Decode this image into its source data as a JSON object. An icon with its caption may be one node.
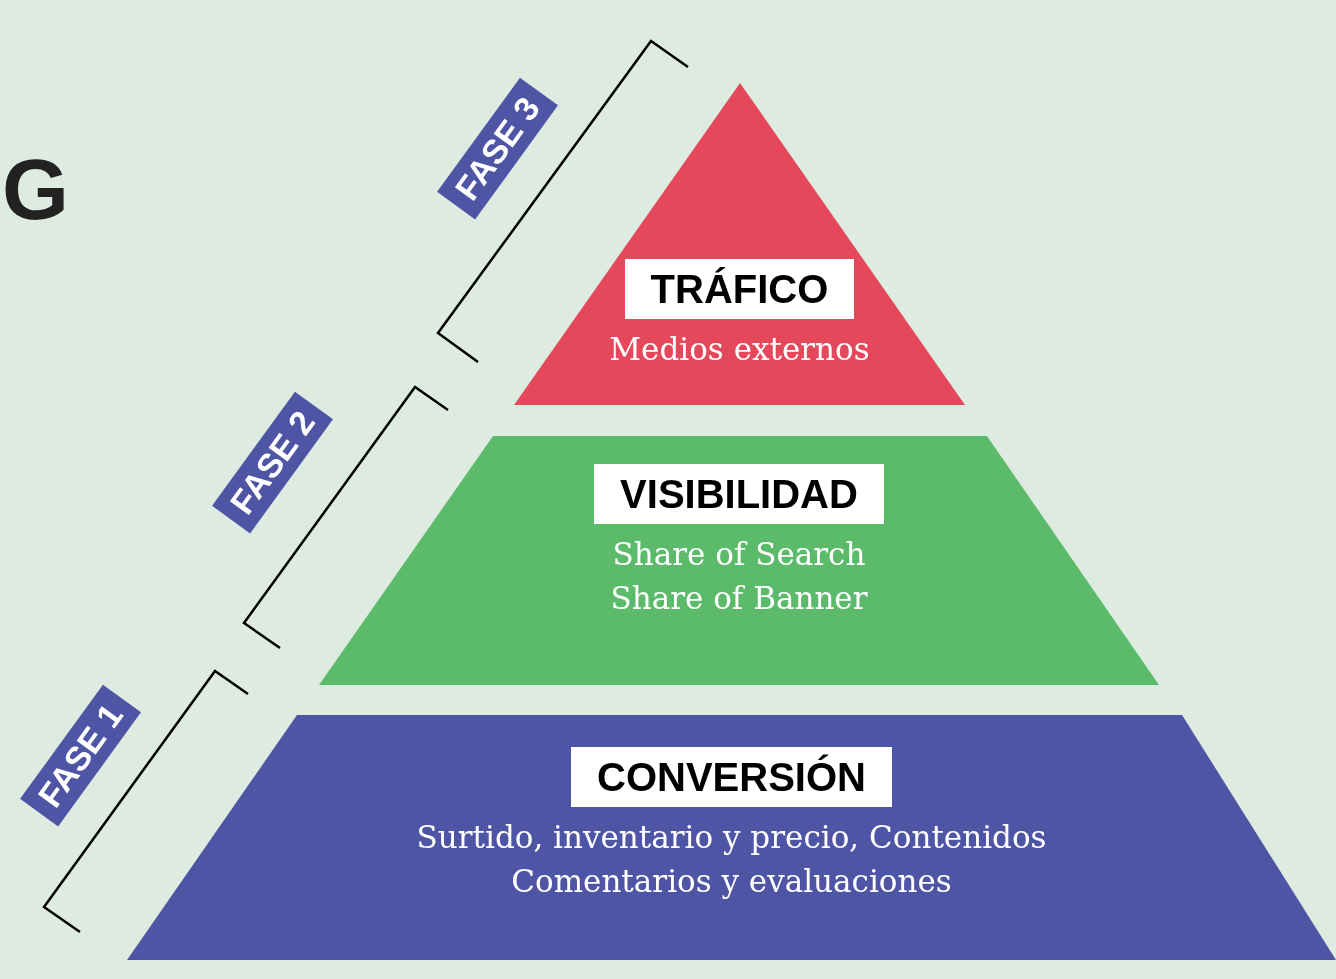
{
  "diagram": {
    "nodes": [
      {
        "text": [
          "TRÁFICO",
          "Medios externos"
        ]
      },
      {
        "text": [
          "VISIBILIDAD",
          "Share of Search",
          "Share of Banner"
        ]
      },
      {
        "text": [
          "CONVERSIÓN",
          "Surtido, inventario y precio, Contenidos",
          "Comentarios y evaluaciones"
        ]
      }
    ],
    "labels": [
      "G",
      "FASE 3",
      "FASE 2",
      "FASE 1"
    ]
  }
}
